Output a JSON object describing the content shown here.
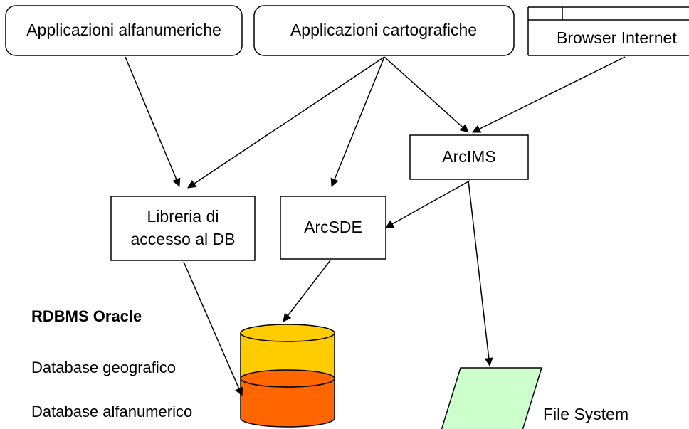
{
  "nodes": {
    "app_alfa": "Applicazioni alfanumeriche",
    "app_carto": "Applicazioni cartografiche",
    "browser": "Browser Internet",
    "arcims": "ArcIMS",
    "libreria_line1": "Libreria di",
    "libreria_line2": "accesso al DB",
    "arcsde": "ArcSDE",
    "filesystem": "File System"
  },
  "legend": {
    "title": "RDBMS Oracle",
    "geo": "Database geografico",
    "alfa": "Database alfanumerico"
  },
  "colors": {
    "db_top": "#FFCC00",
    "db_bottom": "#FF6600",
    "filesystem": "#CCFFCC",
    "stroke": "#000000"
  }
}
